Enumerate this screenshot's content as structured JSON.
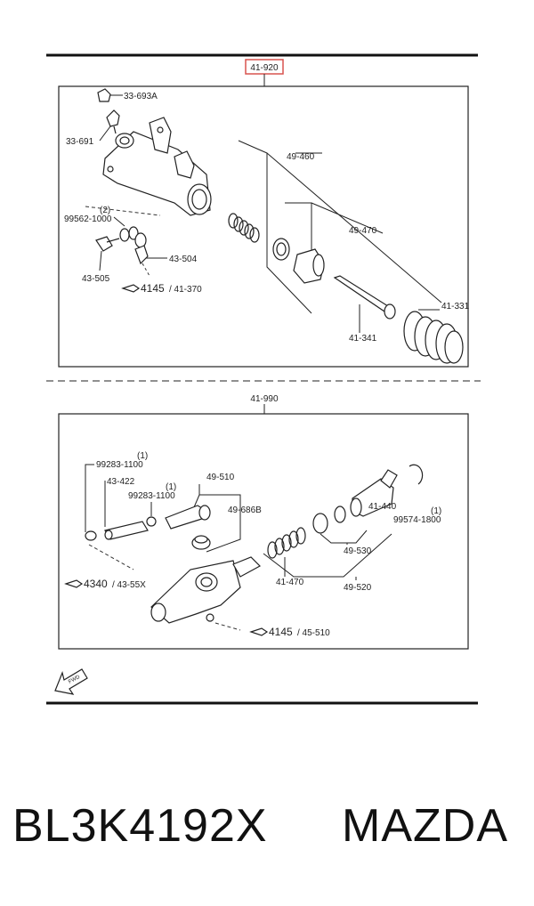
{
  "top_assembly": {
    "code": "41-920",
    "highlight_color": "#d9534f",
    "labels": {
      "a": "33-693A",
      "b": "33-691",
      "c": "(2)",
      "d": "99562-1000",
      "e": "43-504",
      "f": "43-505",
      "g": "49-460",
      "h": "49-470",
      "i": "41-331",
      "j": "41-341"
    },
    "ref_num": "4145",
    "ref_sub": "/ 41-370"
  },
  "bottom_assembly": {
    "code": "41-990",
    "labels": {
      "a": "(1)",
      "b": "99283-1100",
      "c": "43-422",
      "d": "(1)",
      "e": "99283-1100",
      "f": "49-510",
      "g": "49-686B",
      "h": "41-440",
      "i": "(1)",
      "j": "99574-1800",
      "k": "49-530",
      "l": "41-470",
      "m": "49-520"
    },
    "ref1_num": "4340",
    "ref1_sub": "/ 43-55X",
    "ref2_num": "4145",
    "ref2_sub": "/ 45-510"
  },
  "fwd_label": "FWD",
  "part_number": "BL3K4192X",
  "manufacturer": "MAZDA"
}
